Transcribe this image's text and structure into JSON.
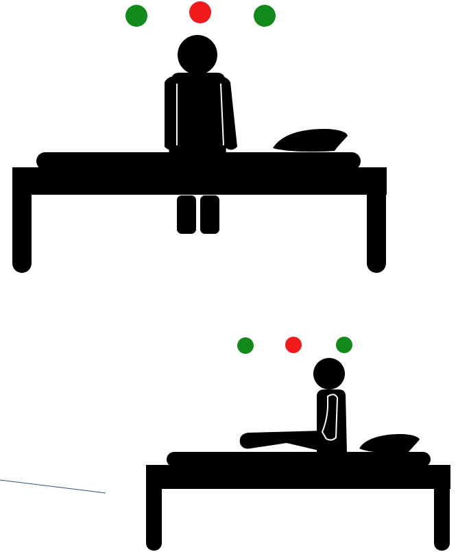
{
  "colors": {
    "figure": "#000000",
    "background": "#ffffff",
    "indicator_green": "#118a1b",
    "indicator_red": "#f21a1a",
    "connector_line": "#2b4f7a",
    "body_outline": "#ffffff",
    "shadow_gray": "#d0d0d0"
  },
  "scenes": [
    {
      "posture": "seated-on-edge-of-bed-facing-viewer",
      "indicators": [
        "green",
        "red",
        "green"
      ],
      "icons": [
        "person-icon",
        "bed-icon",
        "pillow-icon"
      ]
    },
    {
      "posture": "sitting-up-in-bed-legs-extended",
      "indicators": [
        "green",
        "red",
        "green"
      ],
      "icons": [
        "person-icon",
        "bed-icon",
        "pillow-icon"
      ]
    }
  ]
}
